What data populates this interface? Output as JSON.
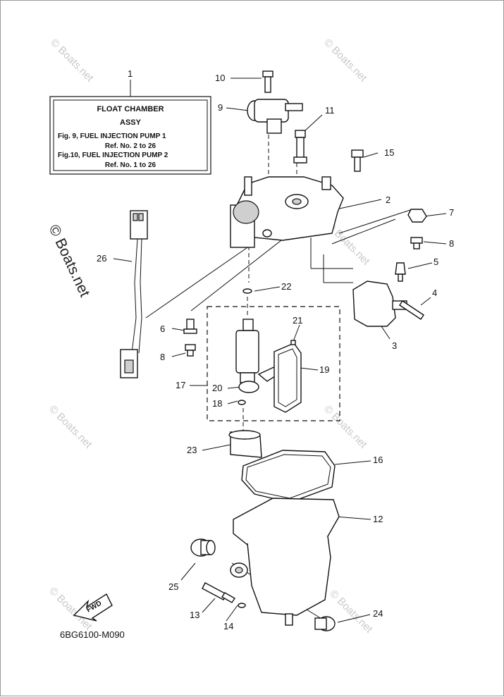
{
  "float_chamber_box": {
    "line1": "FLOAT CHAMBER",
    "line2": "ASSY",
    "line3": "Fig. 9, FUEL INJECTION PUMP 1",
    "line4": "Ref. No. 2 to 26",
    "line5": "Fig.10, FUEL INJECTION PUMP 2",
    "line6": "Ref. No. 1 to 26"
  },
  "callouts": {
    "c1": "1",
    "c2": "2",
    "c3": "3",
    "c4": "4",
    "c5": "5",
    "c6": "6",
    "c7": "7",
    "c8a": "8",
    "c8b": "8",
    "c9": "9",
    "c10": "10",
    "c11": "11",
    "c12": "12",
    "c13": "13",
    "c14": "14",
    "c15": "15",
    "c16": "16",
    "c17": "17",
    "c18": "18",
    "c19": "19",
    "c20": "20",
    "c21": "21",
    "c22": "22",
    "c23": "23",
    "c24": "24",
    "c25": "25",
    "c26": "26"
  },
  "fwd_label": "FWD",
  "drawing_code": "6BG6100-M090",
  "watermarks": {
    "main": "© Boats.net",
    "small": "© Boats.net"
  }
}
